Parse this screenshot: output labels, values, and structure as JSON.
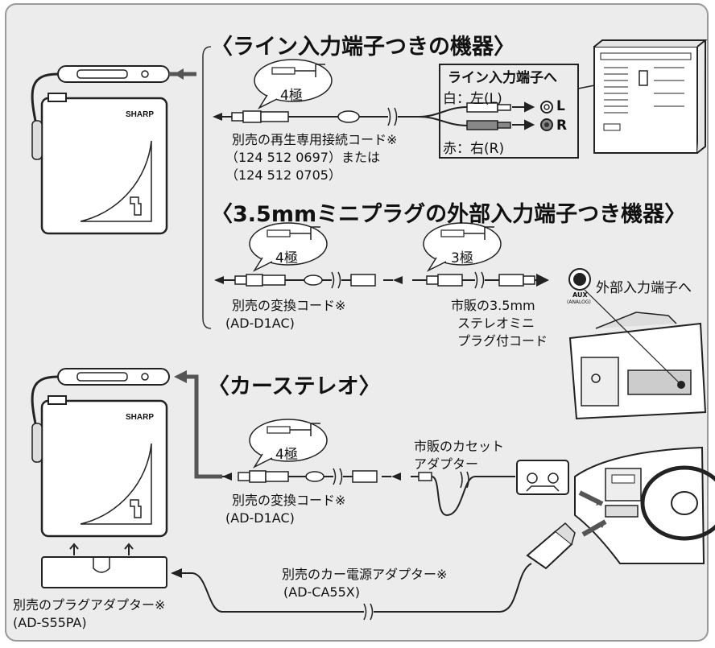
{
  "headings": {
    "line_in": "〈ライン入力端子つきの機器〉",
    "mini_plug": "〈3.5mmミニプラグの外部入力端子つき機器〉",
    "car_stereo": "〈カーステレオ〉"
  },
  "poles": {
    "four": "4極",
    "three": "3極"
  },
  "line_in": {
    "terminal": "ライン入力端子へ",
    "white": "白：左(L)",
    "red": "赤：右(R)",
    "L": "L",
    "R": "R",
    "cord": [
      "別売の再生専用接続コード※",
      "（124 512 0697）または",
      "（124 512 0705）"
    ]
  },
  "mini_plug": {
    "conv": [
      "別売の変換コード※",
      "(AD-D1AC)"
    ],
    "retail": [
      "市販の3.5mm",
      "ステレオミニ",
      "プラグ付コード"
    ],
    "ext_input": "外部入力端子へ"
  },
  "car": {
    "conv": [
      "別売の変換コード※",
      "(AD-D1AC)"
    ],
    "cassette": [
      "市販のカセット",
      "アダプター"
    ],
    "power": [
      "別売のカー電源アダプター※",
      "(AD-CA55X)"
    ],
    "plug_adapter": [
      "別売のプラグアダプター※",
      "(AD-S55PA)"
    ]
  }
}
